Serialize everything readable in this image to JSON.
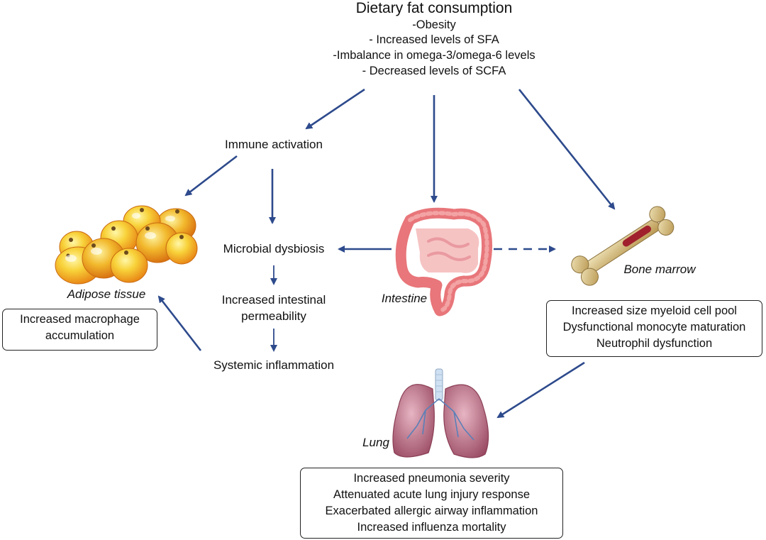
{
  "header": {
    "title": "Dietary fat consumption",
    "items": [
      "-Obesity",
      "- Increased levels of SFA",
      "-Imbalance in omega-3/omega-6 levels",
      "- Decreased levels of SCFA"
    ]
  },
  "nodes": {
    "immune_activation": "Immune activation",
    "microbial_dysbiosis": "Microbial dysbiosis",
    "intestinal_permeability_1": "Increased intestinal",
    "intestinal_permeability_2": "permeability",
    "systemic_inflammation": "Systemic inflammation"
  },
  "organs": {
    "adipose": "Adipose tissue",
    "intestine": "Intestine",
    "bone_marrow": "Bone marrow",
    "lung": "Lung"
  },
  "boxes": {
    "adipose": [
      "Increased macrophage",
      "accumulation"
    ],
    "bone_marrow": [
      "Increased size myeloid cell pool",
      "Dysfunctional monocyte maturation",
      "Neutrophil dysfunction"
    ],
    "lung": [
      "Increased pneumonia severity",
      "Attenuated acute lung injury response",
      "Exacerbated allergic airway inflammation",
      "Increased influenza mortality"
    ]
  },
  "colors": {
    "arrow": "#2d4a8c",
    "fat_cell": "#f5a623",
    "intestine": "#f08a8a",
    "bone": "#c9ad6e",
    "lung": "#b8697f"
  }
}
